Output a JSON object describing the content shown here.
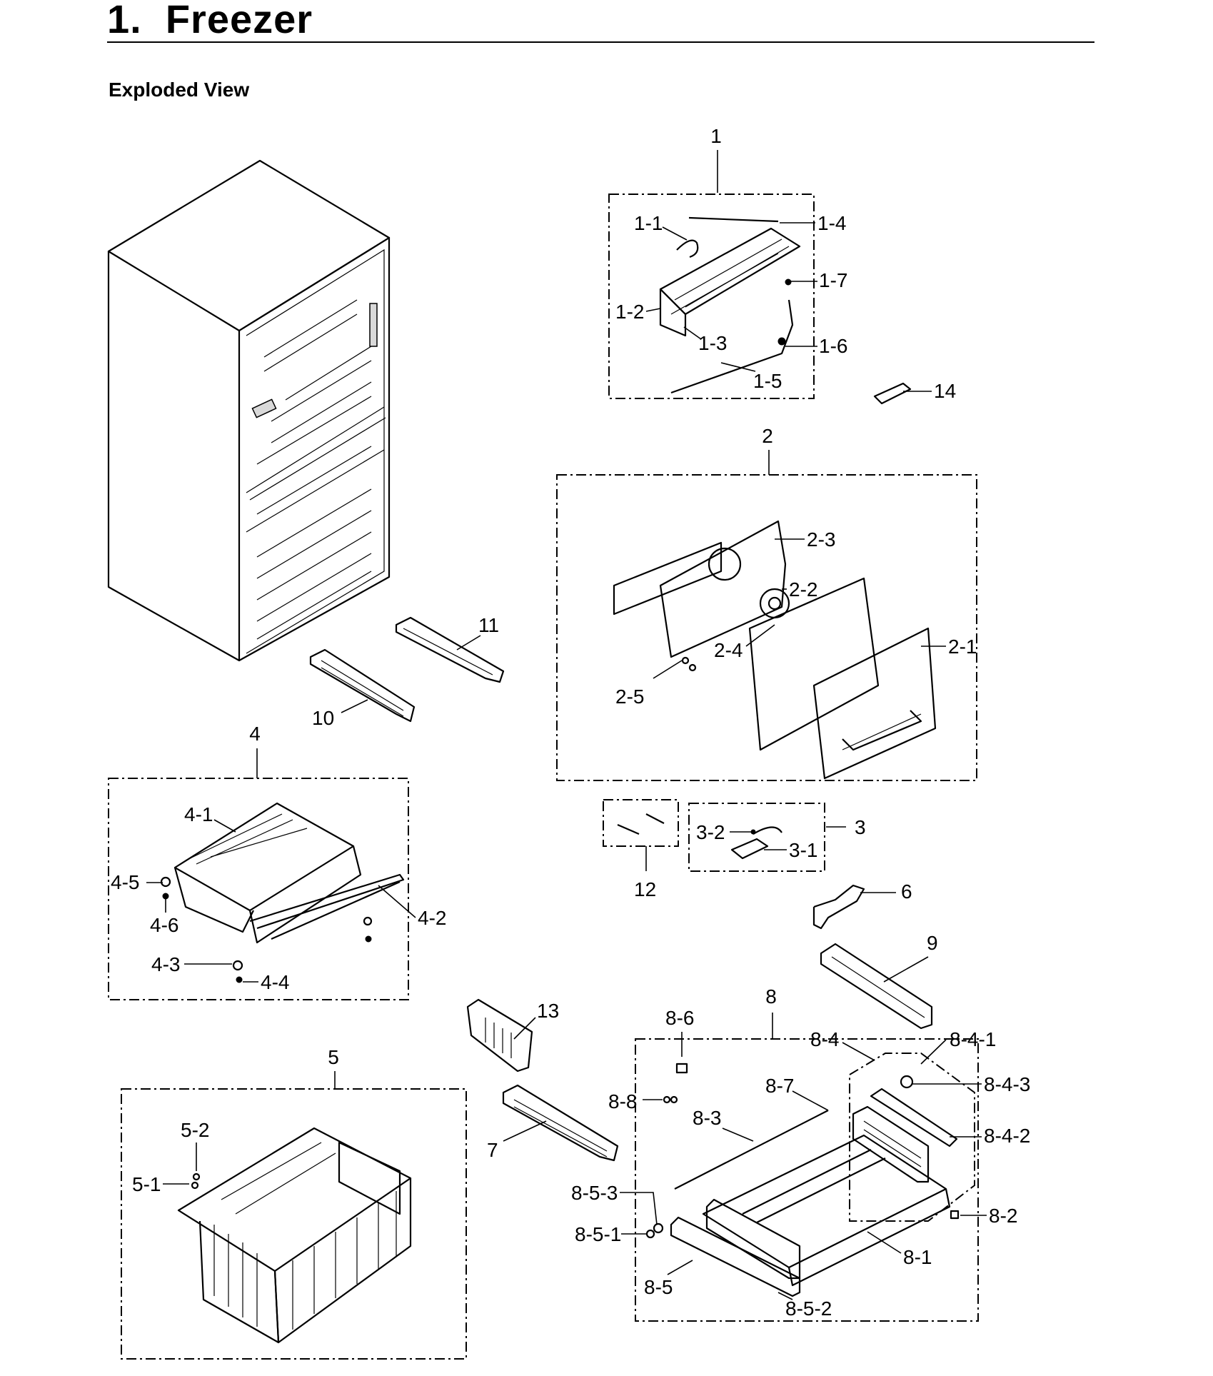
{
  "page": {
    "title": "1.  Freezer",
    "subtitle": "Exploded View"
  },
  "callouts": {
    "c1": "1",
    "c1_1": "1-1",
    "c1_2": "1-2",
    "c1_3": "1-3",
    "c1_4": "1-4",
    "c1_5": "1-5",
    "c1_6": "1-6",
    "c1_7": "1-7",
    "c2": "2",
    "c2_1": "2-1",
    "c2_2": "2-2",
    "c2_3": "2-3",
    "c2_4": "2-4",
    "c2_5": "2-5",
    "c3": "3",
    "c3_1": "3-1",
    "c3_2": "3-2",
    "c4": "4",
    "c4_1": "4-1",
    "c4_2": "4-2",
    "c4_3": "4-3",
    "c4_4": "4-4",
    "c4_5": "4-5",
    "c4_6": "4-6",
    "c5": "5",
    "c5_1": "5-1",
    "c5_2": "5-2",
    "c6": "6",
    "c7": "7",
    "c8": "8",
    "c8_1": "8-1",
    "c8_2": "8-2",
    "c8_3": "8-3",
    "c8_4": "8-4",
    "c8_4_1": "8-4-1",
    "c8_4_2": "8-4-2",
    "c8_4_3": "8-4-3",
    "c8_5": "8-5",
    "c8_5_1": "8-5-1",
    "c8_5_2": "8-5-2",
    "c8_5_3": "8-5-3",
    "c8_6": "8-6",
    "c8_7": "8-7",
    "c8_8": "8-8",
    "c9": "9",
    "c10": "10",
    "c11": "11",
    "c12": "12",
    "c13": "13",
    "c14": "14"
  }
}
